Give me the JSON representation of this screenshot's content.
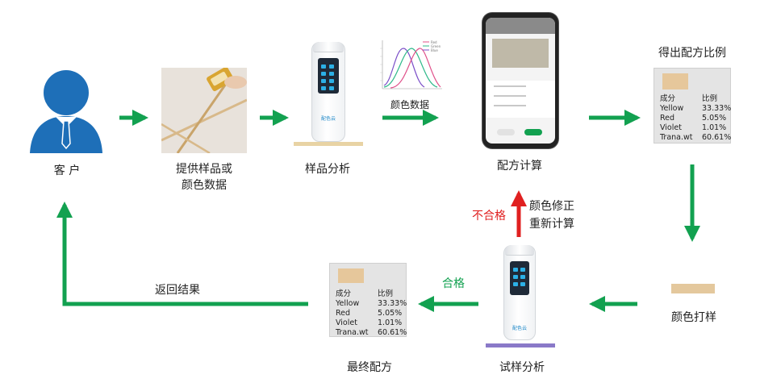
{
  "nodes": {
    "customer": "客 户",
    "provide_line1": "提供样品或",
    "provide_line2": "颜色数据",
    "sample_analysis": "样品分析",
    "color_data": "颜色数据",
    "formula_calc": "配方计算",
    "get_ratio": "得出配方比例",
    "color_sample": "颜色打样",
    "test_analysis": "试样分析",
    "final_formula": "最终配方",
    "return_result": "返回结果"
  },
  "edges": {
    "pass": "合格",
    "fail": "不合格",
    "fix_line1": "颜色修正",
    "fix_line2": "重新计算"
  },
  "formula_table": {
    "headers": [
      "成分",
      "比例"
    ],
    "rows": [
      [
        "Yellow",
        "33.33%"
      ],
      [
        "Red",
        "5.05%"
      ],
      [
        "Violet",
        "1.01%"
      ],
      [
        "Trana.wt",
        "60.61%"
      ]
    ]
  },
  "device": {
    "logo": "配色云"
  },
  "spectrum_legend": [
    "Red",
    "Green",
    "Blue"
  ],
  "colors": {
    "arrow_green": "#12a150",
    "arrow_red": "#e02020",
    "fail_text": "#e02020",
    "pass_text": "#12a150",
    "swatch": "#e6c79b",
    "customer_blue": "#1e6fb8"
  }
}
